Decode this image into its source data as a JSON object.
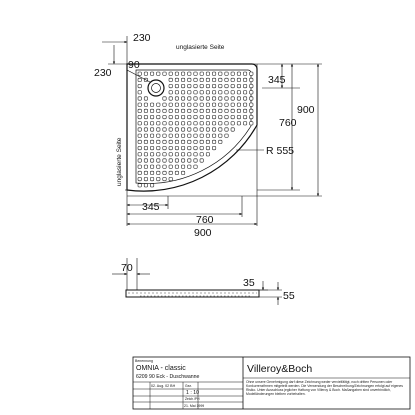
{
  "drawing": {
    "top_view": {
      "dims": {
        "top_offset": "230",
        "left_offset": "230",
        "drain_radius": "90",
        "drain_y": "345",
        "depth_900": "900",
        "depth_760": "760",
        "radius": "R 555",
        "width_345": "345",
        "width_760": "760",
        "width_900": "900"
      },
      "labels": {
        "top_edge": "unglasierte Seite",
        "left_edge": "unglasierte Seite"
      }
    },
    "side_view": {
      "dims": {
        "offset_70": "70",
        "rim_35": "35",
        "height_55": "55"
      }
    },
    "title_block": {
      "field_label": "Benennung",
      "product": "OMNIA - classic",
      "item": "6209 90 Eck - Duschwanne",
      "scale": "1 : 10",
      "date_1": "02. Aug. 02 BH",
      "date_2": "21. Mai 1999",
      "sign_label": "Gez.",
      "zeich_label": "Zeich./PH",
      "brand": "Villeroy&Boch",
      "notice": "Ohne unsere Genehmigung darf diese Zeichnung weder vervielfältigt, noch dritten Personen oder Konkurrenzfirmen mitgeteilt werden. Die Verwendung der Beschreibung/Zeichnungen erfolgt auf eigenes Risiko. Unter Ausschluss jeglicher Haftung von Villeroy & Boch. Maßangaben sind unverbindlich, Modelländerungen bleiben vorbehalten."
    }
  }
}
